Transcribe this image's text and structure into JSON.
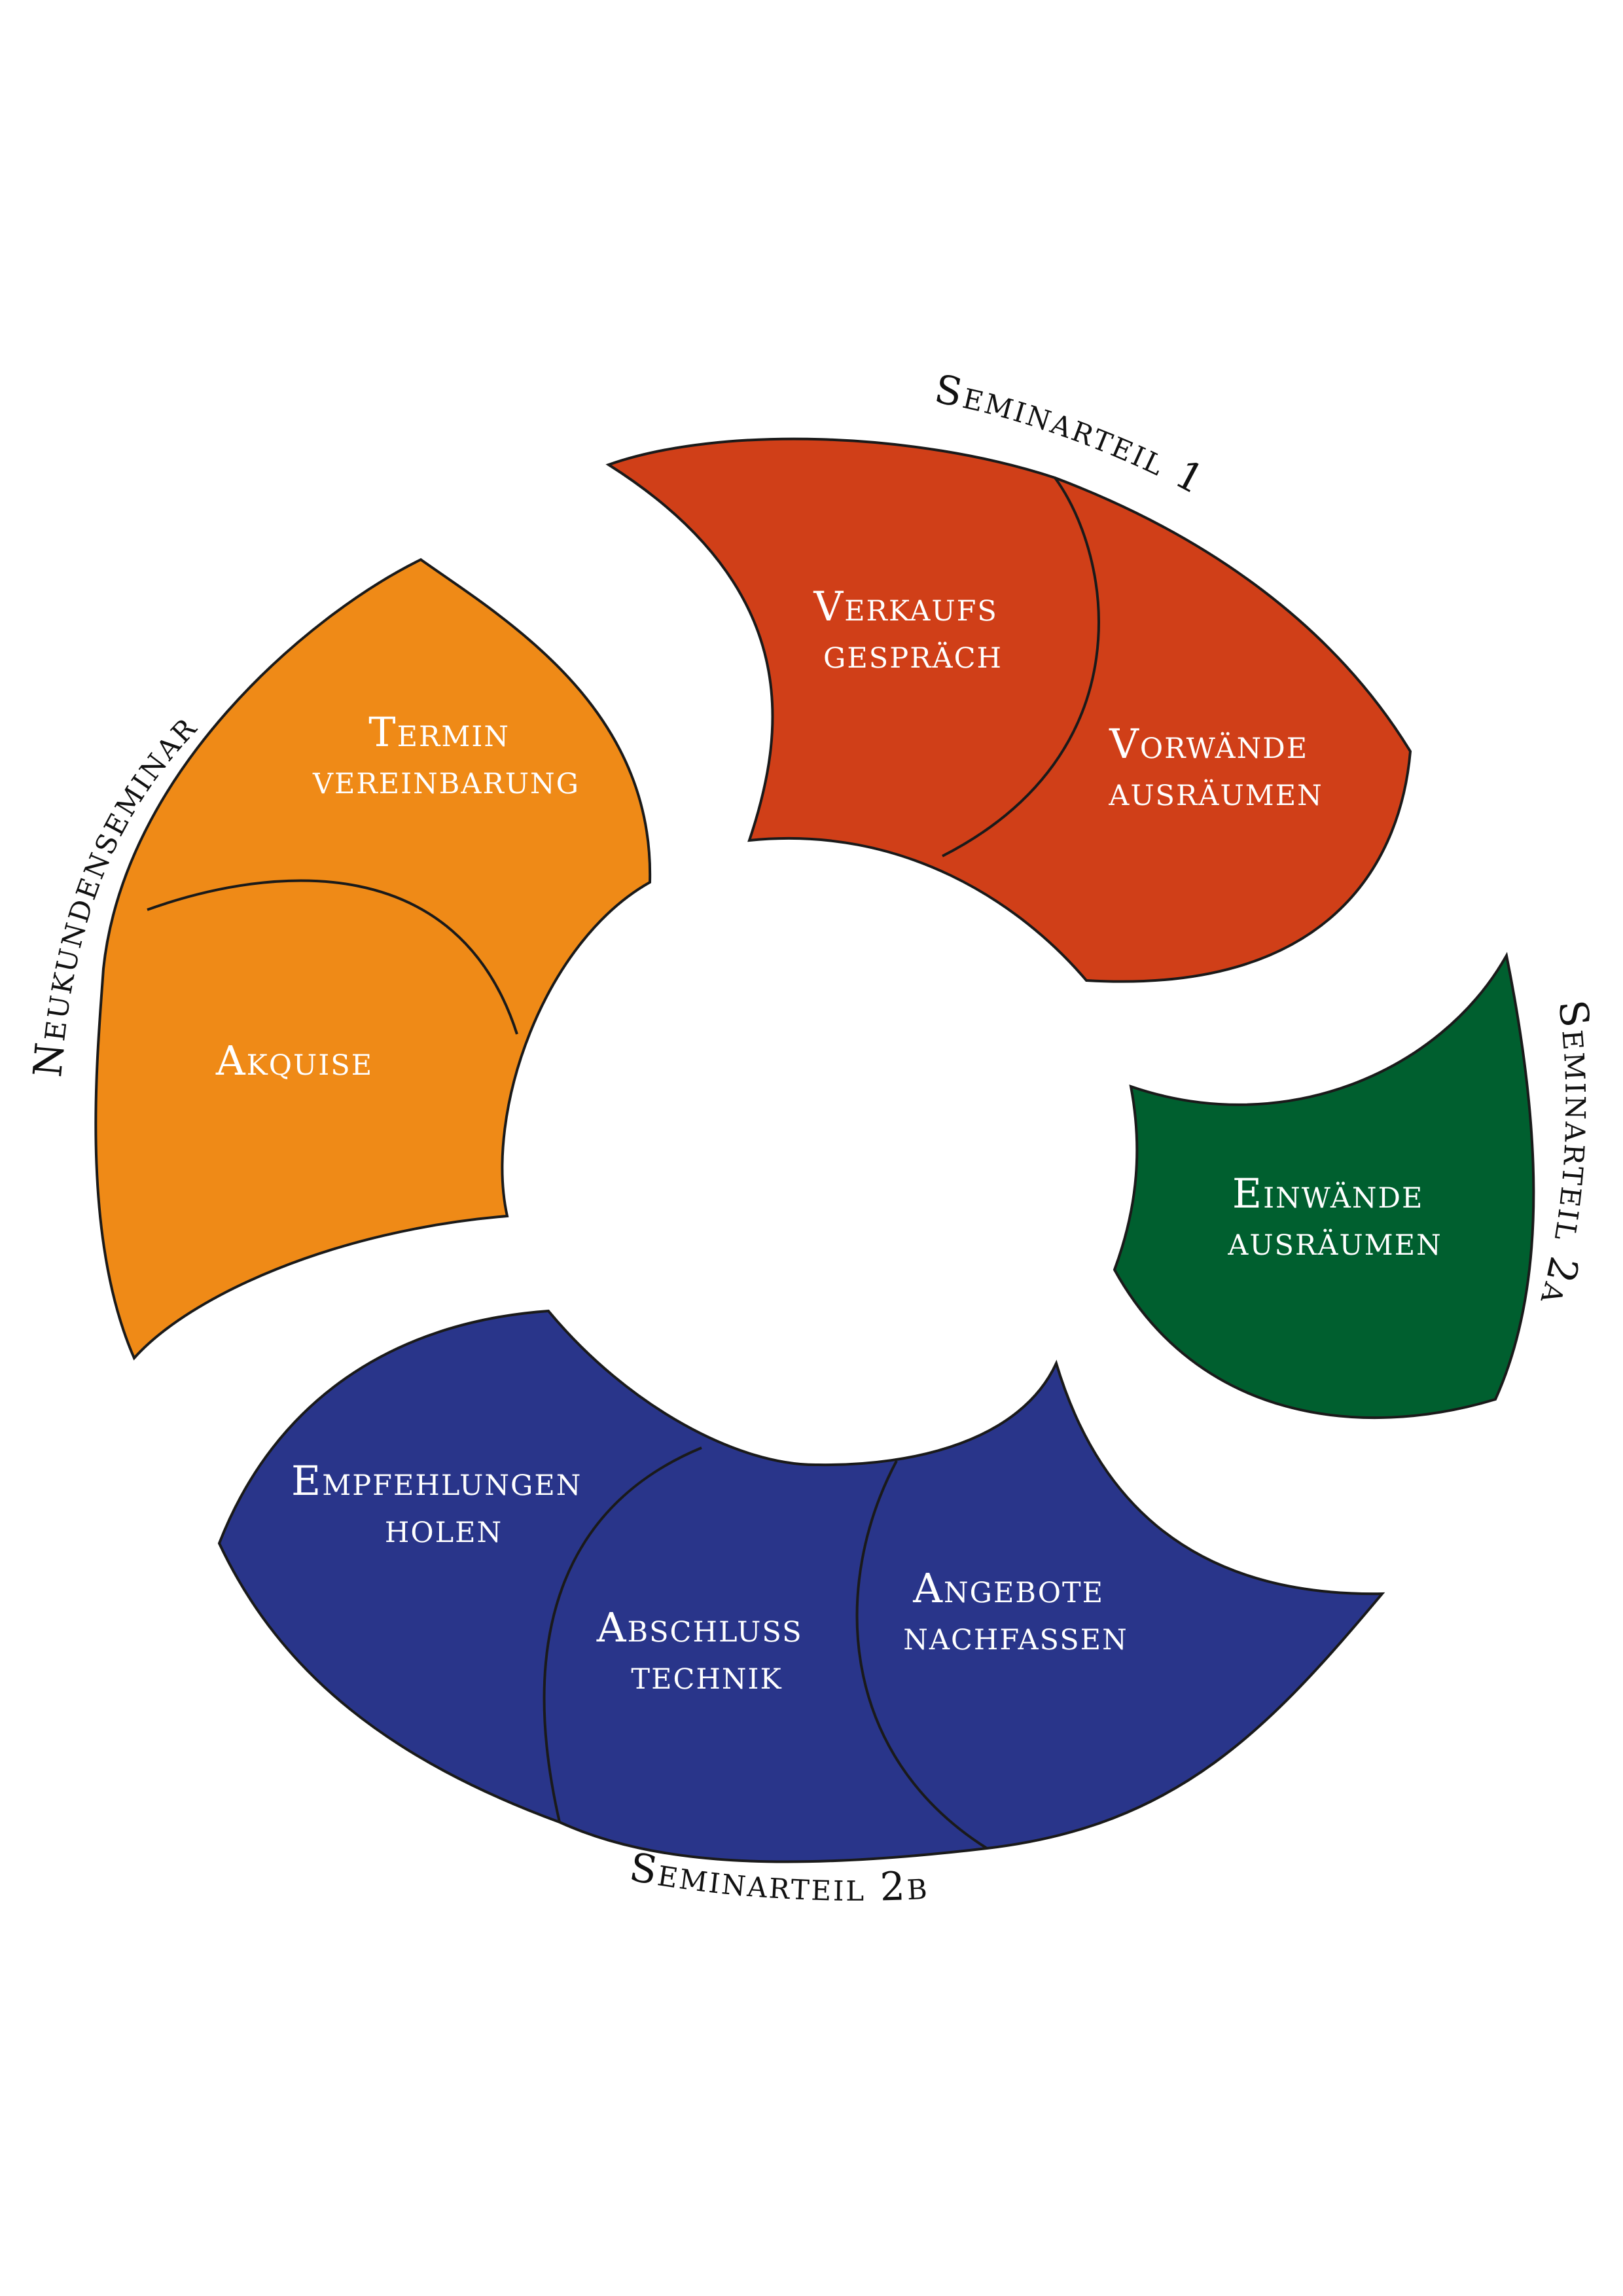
{
  "diagram": {
    "colors": {
      "orange": "#ef8a17",
      "red": "#d03f18",
      "green": "#005f2f",
      "blue": "#29358a",
      "outline": "#1a1a1a"
    },
    "segments": {
      "neukunden": {
        "title": "Neukundenseminar",
        "steps": [
          "Termin vereinbarung",
          "Akquise"
        ],
        "step_lines": [
          [
            "Termin",
            "vereinbarung"
          ],
          [
            "Akquise"
          ]
        ]
      },
      "teil1": {
        "title": "Seminarteil 1",
        "steps": [
          "Verkaufs gespräch",
          "Vorwände ausräumen"
        ],
        "step_lines": [
          [
            "Verkaufs",
            "gespräch"
          ],
          [
            "Vorwände",
            "ausräumen"
          ]
        ]
      },
      "teil2a": {
        "title": "Seminarteil 2a",
        "steps": [
          "Einwände ausräumen"
        ],
        "step_lines": [
          [
            "Einwände",
            "ausräumen"
          ]
        ]
      },
      "teil2b": {
        "title": "Seminarteil 2b",
        "steps": [
          "Empfehlungen holen",
          "Abschluss technik",
          "Angebote nachfassen"
        ],
        "step_lines": [
          [
            "Empfehlungen",
            "holen"
          ],
          [
            "Abschluss",
            "technik"
          ],
          [
            "Angebote",
            "nachfassen"
          ]
        ]
      }
    }
  }
}
